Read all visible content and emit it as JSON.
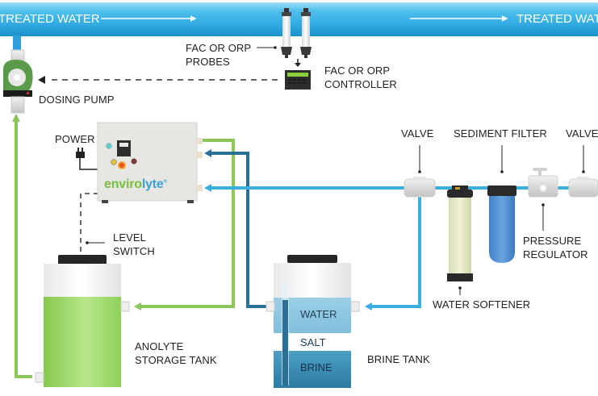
{
  "title": "Envirolyte anolyte dosing system diagram",
  "colors": {
    "treated_water": "#3fb0e3",
    "anolyte_green": "#8cc55a",
    "brine_blue": "#2a6f96",
    "softened_water": "#3aaee0",
    "pump_green": "#5a9a4a"
  },
  "pipe": {
    "left_label": "TREATED WATER",
    "right_label": "TREATED WATER"
  },
  "labels": {
    "probes": [
      "FAC OR ORP",
      "PROBES"
    ],
    "controller": [
      "FAC OR ORP",
      "CONTROLLER"
    ],
    "dosing_pump": "DOSING PUMP",
    "power": "POWER",
    "level_switch": [
      "LEVEL",
      "SWITCH"
    ],
    "valve_left": "VALVE",
    "sediment_filter": "SEDIMENT FILTER",
    "valve_right": "VALVE",
    "pressure_regulator": [
      "PRESSURE",
      "REGULATOR"
    ],
    "water_softener": "WATER SOFTENER",
    "anolyte_tank": [
      "ANOLYTE",
      "STORAGE TANK"
    ],
    "brine_tank": "BRINE TANK"
  },
  "brine_layers": {
    "water": "WATER",
    "salt": "SALT",
    "brine": "BRINE"
  },
  "generator": {
    "brand": "envirolyte",
    "brand_part1": "enviro",
    "brand_part2": "lyte",
    "registered": "®"
  }
}
